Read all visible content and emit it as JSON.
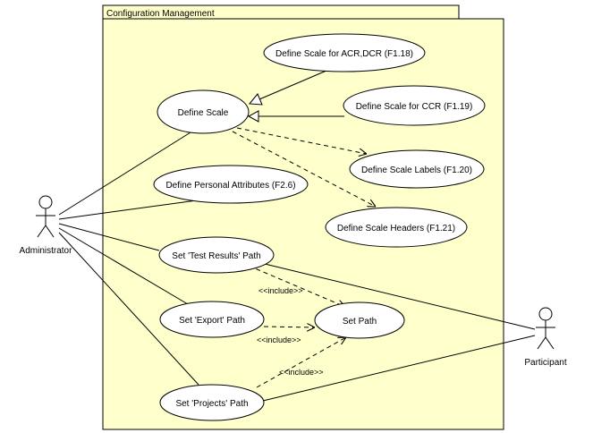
{
  "package": {
    "name": "Configuration Management"
  },
  "actors": {
    "administrator": "Administrator",
    "participant": "Participant"
  },
  "use_cases": {
    "define_scale": "Define Scale",
    "scale_acr_dcr": "Define Scale for ACR,DCR (F1.18)",
    "scale_ccr": "Define Scale for CCR (F1.19)",
    "scale_labels": "Define Scale Labels (F1.20)",
    "scale_headers": "Define Scale Headers (F1.21)",
    "personal_attributes": "Define Personal Attributes (F2.6)",
    "test_results_path": "Set 'Test Results' Path",
    "export_path": "Set 'Export' Path",
    "set_path": "Set Path",
    "projects_path": "Set 'Projects' Path"
  },
  "stereotypes": {
    "include_1": "<<include>>",
    "include_2": "<<include>>",
    "include_3": "<<include>>"
  },
  "colors": {
    "package_fill": "#ffffcc",
    "usecase_fill": "#ffffff",
    "line": "#000000"
  }
}
